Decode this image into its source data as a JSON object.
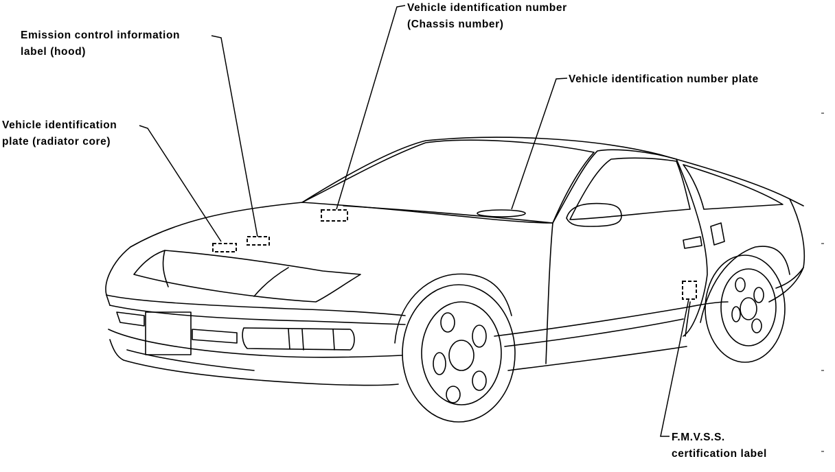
{
  "labels": {
    "emission_line1": "Emission control information",
    "emission_line2": "label (hood)",
    "vin_plate_core_line1": "Vehicle identification",
    "vin_plate_core_line2": "plate (radiator core)",
    "vin_chassis_line1": "Vehicle identification number",
    "vin_chassis_line2": "(Chassis number)",
    "vin_number_plate": "Vehicle identification number plate",
    "fmvss_line1": "F.M.V.S.S.",
    "fmvss_line2": "certification label"
  },
  "colors": {
    "ink": "#000000",
    "paper": "#ffffff"
  }
}
